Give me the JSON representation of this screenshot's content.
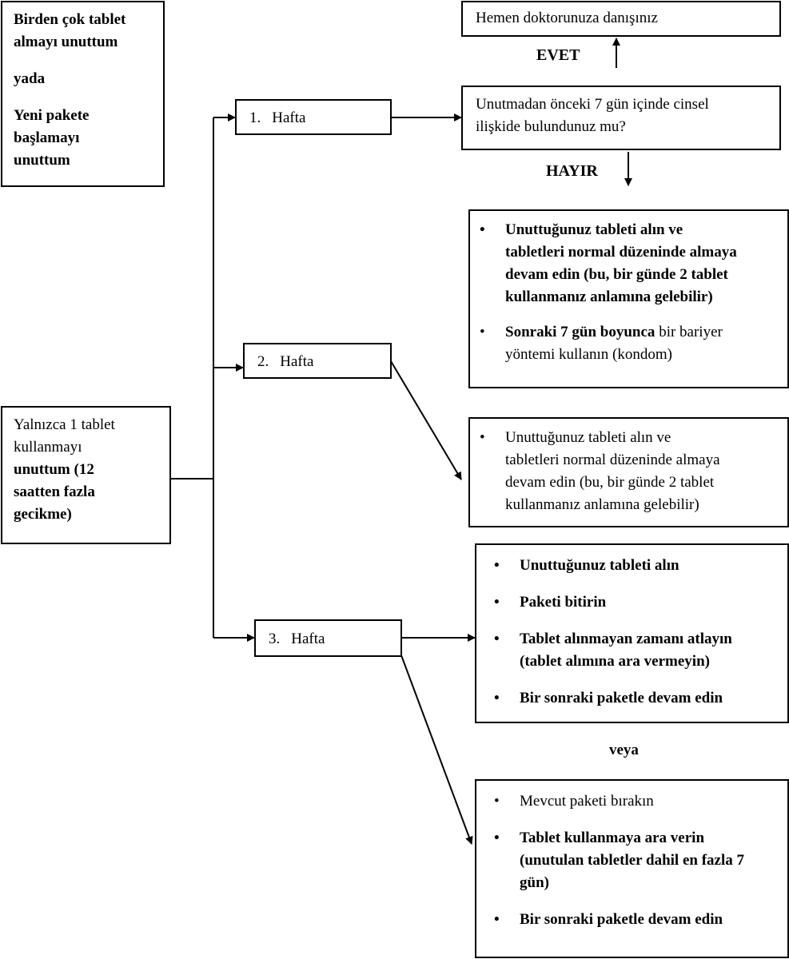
{
  "multi_box": {
    "line1": "Birden çok tablet",
    "line2": "almayı unuttum",
    "line3": "yada",
    "line4": "Yeni pakete",
    "line5": "başlamayı",
    "line6": "unuttum"
  },
  "single_box": {
    "line1": "Yalnızca 1 tablet",
    "line2": "kullanmayı",
    "line3": "unuttum (12",
    "line4": "saatten fazla",
    "line5": "gecikme)"
  },
  "weeks": [
    {
      "number": "1.",
      "label": "Hafta"
    },
    {
      "number": "2.",
      "label": "Hafta"
    },
    {
      "number": "3.",
      "label": "Hafta"
    }
  ],
  "doctor_box": "Hemen doktorunuza danışınız",
  "evet": "EVET",
  "hayir": "HAYIR",
  "question_box": {
    "line1": "Unutmadan önceki 7 gün içinde cinsel",
    "line2": "ilişkide bulundunuz mu?"
  },
  "week1_actions": {
    "item1": [
      "Unuttuğunuz tableti alın ve",
      "tabletleri normal düzeninde almaya",
      "devam edin (bu, bir günde 2 tablet",
      "kullanmanız anlamına gelebilir)"
    ],
    "item2_bold": "Sonraki 7 gün boyunca",
    "item2_rest1": " bir bariyer",
    "item2_line2": "yöntemi kullanın (kondom)"
  },
  "week2_actions": {
    "item1": [
      "Unuttuğunuz tableti alın ve",
      "tabletleri normal düzeninde almaya",
      "devam edin (bu, bir günde 2 tablet",
      "kullanmanız anlamına gelebilir)"
    ]
  },
  "week3_option_a": {
    "item1": "Unuttuğunuz tableti alın",
    "item2": "Paketi bitirin",
    "item3_line1": "Tablet alınmayan zamanı atlayın",
    "item3_line2": "(tablet alımına ara vermeyin)",
    "item4": "Bir sonraki paketle devam edin"
  },
  "veya": "veya",
  "week3_option_b": {
    "item1": "Mevcut paketi bırakın",
    "item2_line1": "Tablet kullanmaya ara verin",
    "item2_line2": "(unutulan tabletler dahil en fazla 7",
    "item2_line3": "gün)",
    "item3": "Bir sonraki paketle devam edin"
  }
}
